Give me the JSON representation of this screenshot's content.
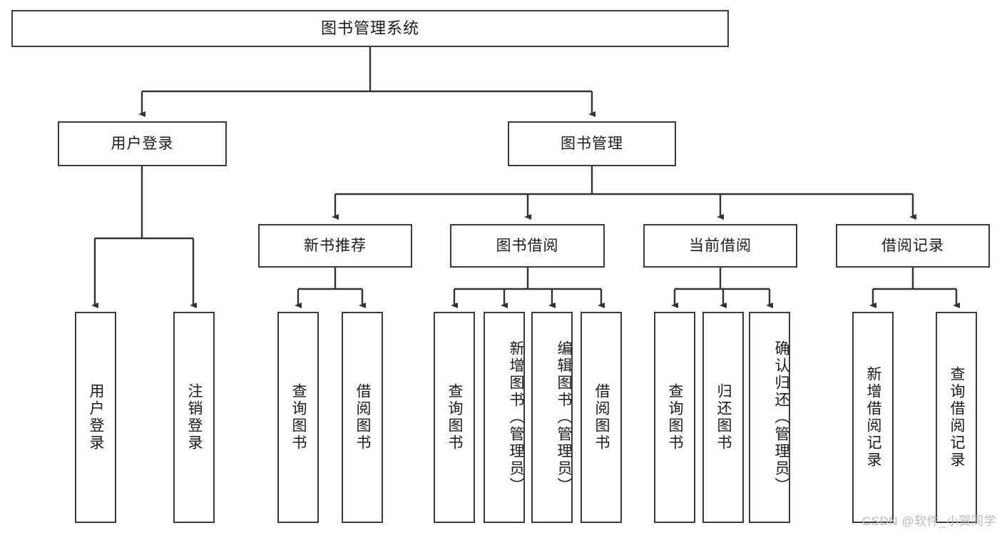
{
  "diagram": {
    "type": "tree",
    "title": "图书管理系统",
    "colors": {
      "box_border": "#3b3b3b",
      "box_fill": "#ffffff",
      "line": "#333333",
      "text": "#1a1a1a",
      "watermark": "#b9b9b9"
    },
    "root": {
      "label": "图书管理系统"
    },
    "level2": [
      {
        "id": "user-login",
        "label": "用户登录"
      },
      {
        "id": "book-manage",
        "label": "图书管理"
      }
    ],
    "level3": [
      {
        "id": "new-book-recommend",
        "label": "新书推荐"
      },
      {
        "id": "book-borrow",
        "label": "图书借阅"
      },
      {
        "id": "current-borrow",
        "label": "当前借阅"
      },
      {
        "id": "borrow-record",
        "label": "借阅记录"
      }
    ],
    "leaves": {
      "user_login": [
        {
          "id": "leaf-user-login",
          "label": "用户登录"
        },
        {
          "id": "leaf-logout-login",
          "label": "注销登录"
        }
      ],
      "new_book_recommend": [
        {
          "id": "leaf-query-book-1",
          "label": "查询图书"
        },
        {
          "id": "leaf-borrow-book-1",
          "label": "借阅图书"
        }
      ],
      "book_borrow": [
        {
          "id": "leaf-query-book-2",
          "label": "查询图书"
        },
        {
          "id": "leaf-add-book",
          "label": "新增图书（管理员）"
        },
        {
          "id": "leaf-edit-book",
          "label": "编辑图书（管理员）"
        },
        {
          "id": "leaf-borrow-book-2",
          "label": "借阅图书"
        }
      ],
      "current_borrow": [
        {
          "id": "leaf-query-book-3",
          "label": "查询图书"
        },
        {
          "id": "leaf-return-book",
          "label": "归还图书"
        },
        {
          "id": "leaf-confirm-return",
          "label": "确认归还（管理员）"
        }
      ],
      "borrow_record": [
        {
          "id": "leaf-add-record",
          "label": "新增借阅记录"
        },
        {
          "id": "leaf-query-record",
          "label": "查询借阅记录"
        }
      ]
    }
  },
  "watermark": {
    "text": "CSDN @软件_小贺同学"
  }
}
